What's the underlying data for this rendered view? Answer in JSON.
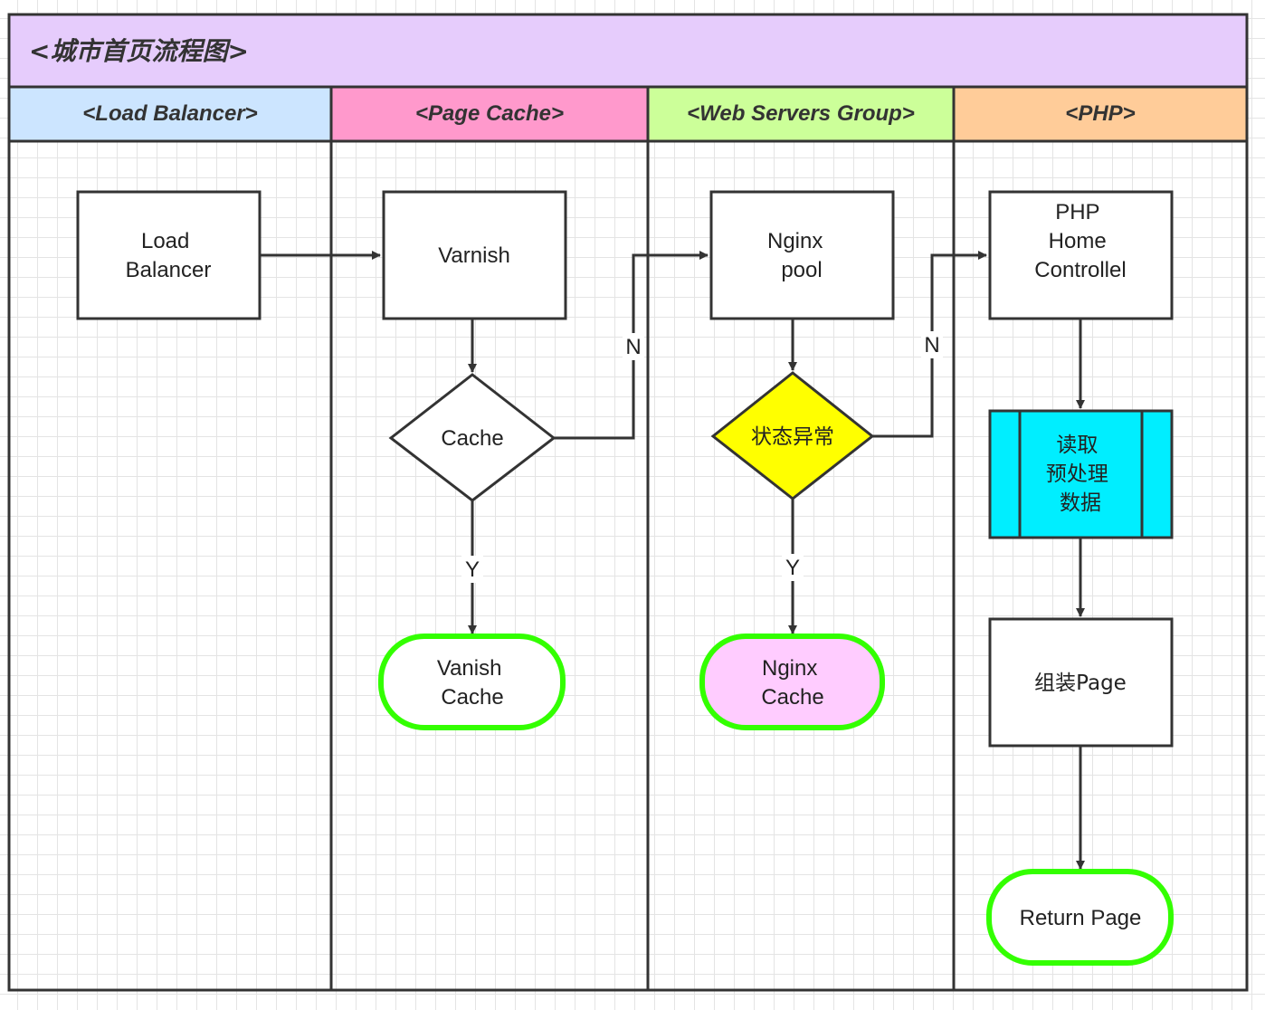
{
  "title": "<城市首页流程图>",
  "lanes": {
    "load_balancer": "<Load Balancer>",
    "page_cache": "<Page Cache>",
    "web_servers": "<Web Servers Group>",
    "php": "<PHP>"
  },
  "nodes": {
    "load_balancer": [
      "Load",
      "Balancer"
    ],
    "varnish": "Varnish",
    "cache_decision": "Cache",
    "vanish_cache": [
      "Vanish",
      "Cache"
    ],
    "nginx_pool": [
      "Nginx",
      "pool"
    ],
    "status_decision": "状态异常",
    "nginx_cache": [
      "Nginx",
      "Cache"
    ],
    "php_controller": [
      "PHP",
      "Home",
      "Controllel"
    ],
    "read_data": [
      "读取",
      "预处理",
      "数据"
    ],
    "assemble_page": "组装Page",
    "return_page": "Return Page"
  },
  "edge_labels": {
    "cache_no": "N",
    "cache_yes": "Y",
    "status_no": "N",
    "status_yes": "Y"
  },
  "colors": {
    "title_bg": "#e6ccfc",
    "lane_load_balancer": "#cce5ff",
    "lane_page_cache": "#ff99cc",
    "lane_web_servers": "#ccff99",
    "lane_php": "#ffcc99",
    "terminal_border": "#33ff00",
    "decision_yellow": "#ffff00",
    "nginx_cache_fill": "#ffccff",
    "read_data_fill": "#00eeff"
  }
}
